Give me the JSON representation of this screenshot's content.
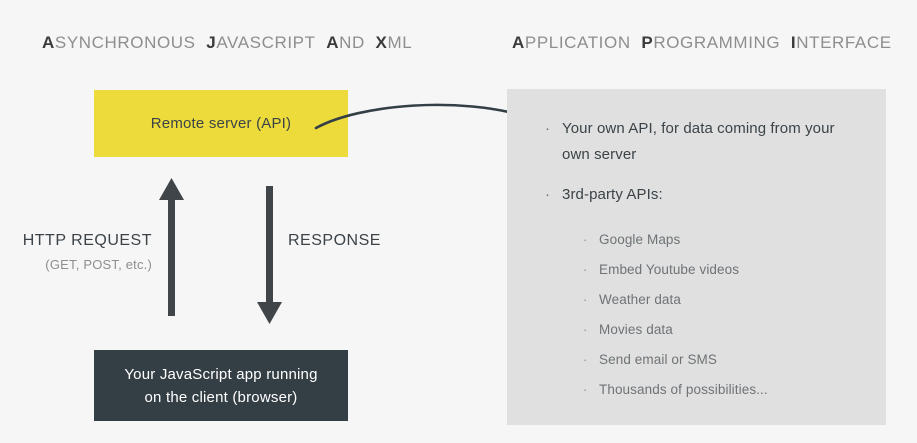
{
  "colors": {
    "background": "#f6f6f6",
    "accent_yellow": "#ecdb3a",
    "dark_slate": "#343f45",
    "panel_gray": "#e0e0e0",
    "arrow": "#3b4348",
    "muted_text": "#8e8e8e"
  },
  "headings": {
    "left": {
      "parts": [
        {
          "cap": "A",
          "rest": "SYNCHRONOUS"
        },
        {
          "cap": "J",
          "rest": "AVASCRIPT"
        },
        {
          "cap": "A",
          "rest": "ND"
        },
        {
          "cap": "X",
          "rest": "ML"
        }
      ],
      "full_text": "ASYNCHRONOUS JAVASCRIPT AND XML"
    },
    "right": {
      "parts": [
        {
          "cap": "A",
          "rest": "PPLICATION"
        },
        {
          "cap": "P",
          "rest": "ROGRAMMING"
        },
        {
          "cap": "I",
          "rest": "NTERFACE"
        }
      ],
      "full_text": "APPLICATION PROGRAMMING INTERFACE"
    }
  },
  "boxes": {
    "remote_server": {
      "label": "Remote server (API)"
    },
    "client": {
      "line1": "Your JavaScript app running",
      "line2": "on the client (browser)"
    }
  },
  "arrows": {
    "request": {
      "label": "HTTP REQUEST",
      "sublabel": "(GET, POST, etc.)",
      "direction": "up"
    },
    "response": {
      "label": "RESPONSE",
      "direction": "down"
    },
    "curve": {
      "direction": "right"
    }
  },
  "api_panel": {
    "main_items": [
      {
        "bullet": "·",
        "text": "Your own API, for data coming from your own server"
      },
      {
        "bullet": "·",
        "text": "3rd-party APIs:"
      }
    ],
    "sub_items": [
      {
        "bullet": "·",
        "text": "Google Maps"
      },
      {
        "bullet": "·",
        "text": "Embed Youtube videos"
      },
      {
        "bullet": "·",
        "text": "Weather data"
      },
      {
        "bullet": "·",
        "text": "Movies data"
      },
      {
        "bullet": "·",
        "text": "Send email or SMS"
      },
      {
        "bullet": "·",
        "text": "Thousands of possibilities..."
      }
    ]
  }
}
